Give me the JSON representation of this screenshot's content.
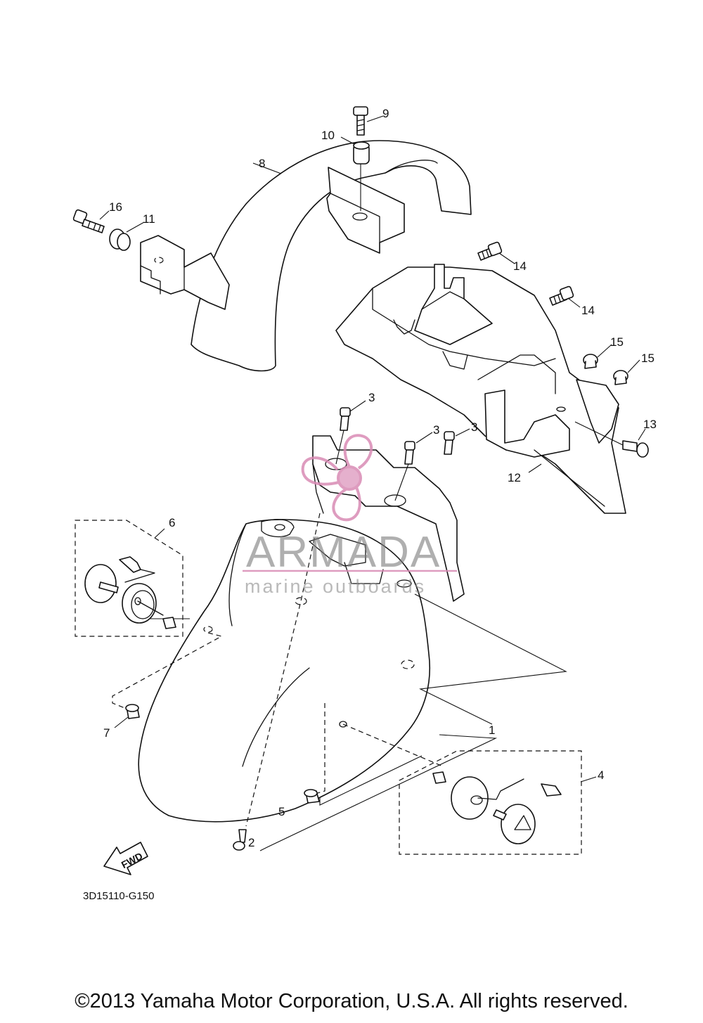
{
  "diagram": {
    "callouts": [
      "1",
      "2",
      "3",
      "3",
      "3",
      "4",
      "5",
      "6",
      "7",
      "8",
      "9",
      "10",
      "11",
      "12",
      "13",
      "14",
      "14",
      "15",
      "15",
      "16"
    ],
    "drawing_code": "3D15110-G150",
    "fwd_label": "FWD"
  },
  "watermark": {
    "brand": "ARMADA",
    "tagline": "marine outboards",
    "accent_color": "#d98bb5",
    "text_color": "#7a7a7a"
  },
  "footer": {
    "copyright": "©2013 Yamaha Motor Corporation, U.S.A. All rights reserved."
  }
}
